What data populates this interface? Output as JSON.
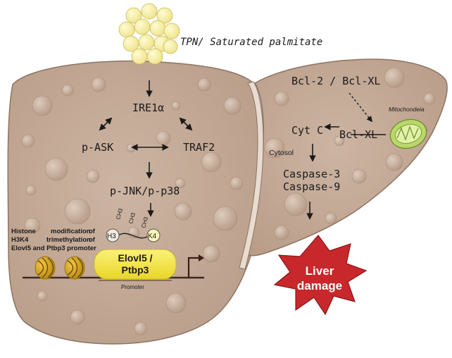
{
  "trigger": {
    "label": "TPN/ Saturated palmitate"
  },
  "left_pathway": {
    "ire1a": "IRE1α",
    "pask": "p-ASK",
    "traf2": "TRAF2",
    "pjnk": "p-JNK/p-p38",
    "ch3_marks": [
      "CH3",
      "CH3",
      "CH3"
    ],
    "h3": "H3",
    "k4": "K4",
    "gene_line1": "Elovl5 /",
    "gene_line2": "Ptbp3",
    "promoter": "Promoter",
    "histone_text": {
      "line1_left": "Histone",
      "line1_mid": "modification",
      "line1_right": "of",
      "line2_left": "H3K4",
      "line2_mid": "trimethylation",
      "line2_right": "of",
      "line3": "Elovl5 and Ptbp3 promoter"
    }
  },
  "right_pathway": {
    "bcl": "Bcl-2 / Bcl-XL",
    "mito": "Mitochondeia",
    "cytc": "Cyt C",
    "bclxl": "Bcl-XL",
    "cytosol": "Cytosol",
    "casp3": "Caspase-3",
    "casp9": "Caspase-9"
  },
  "outcome": {
    "line1": "Liver",
    "line2": "damage"
  },
  "colors": {
    "liver_fill": "#c7ad9a",
    "liver_stroke": "#8c7462",
    "fat_fill": "#f7f1a8",
    "fat_stroke": "#c8bb5a",
    "gene_fill": "#f4e542",
    "burst_fill": "#c8282c",
    "mito_fill": "#b9d86a",
    "nucleosome_fill": "#d7a316"
  }
}
